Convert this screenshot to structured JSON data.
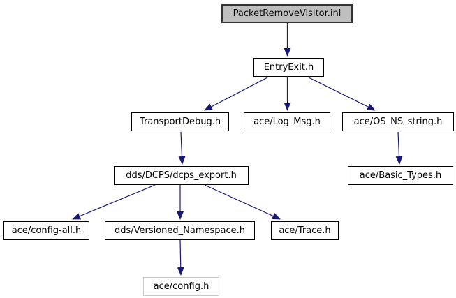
{
  "diagram": {
    "kind": "doxygen-include-dependency-graph",
    "colors": {
      "edge": "#191970",
      "root_fill": "#bfbfbf",
      "node_fill": "#ffffff",
      "node_border": "#000000",
      "undocumented_border": "#c9c9c9",
      "background": "#ffffff"
    },
    "nodes": [
      {
        "id": "packetremovevisitor-inl",
        "label": "PacketRemoveVisitor.inl",
        "role": "root"
      },
      {
        "id": "entryexit-h",
        "label": "EntryExit.h",
        "role": "header"
      },
      {
        "id": "transportdebug-h",
        "label": "TransportDebug.h",
        "role": "header"
      },
      {
        "id": "ace-log-msg-h",
        "label": "ace/Log_Msg.h",
        "role": "header"
      },
      {
        "id": "ace-os-ns-string-h",
        "label": "ace/OS_NS_string.h",
        "role": "header"
      },
      {
        "id": "dds-dcps-dcps-export-h",
        "label": "dds/DCPS/dcps_export.h",
        "role": "header"
      },
      {
        "id": "ace-basic-types-h",
        "label": "ace/Basic_Types.h",
        "role": "header"
      },
      {
        "id": "ace-config-all-h",
        "label": "ace/config-all.h",
        "role": "header"
      },
      {
        "id": "dds-versioned-namespace-h",
        "label": "dds/Versioned_Namespace.h",
        "role": "header"
      },
      {
        "id": "ace-trace-h",
        "label": "ace/Trace.h",
        "role": "header"
      },
      {
        "id": "ace-config-h",
        "label": "ace/config.h",
        "role": "header-undocumented"
      }
    ],
    "edges": [
      {
        "from": "PacketRemoveVisitor.inl",
        "to": "EntryExit.h"
      },
      {
        "from": "EntryExit.h",
        "to": "TransportDebug.h"
      },
      {
        "from": "EntryExit.h",
        "to": "ace/Log_Msg.h"
      },
      {
        "from": "EntryExit.h",
        "to": "ace/OS_NS_string.h"
      },
      {
        "from": "TransportDebug.h",
        "to": "dds/DCPS/dcps_export.h"
      },
      {
        "from": "ace/OS_NS_string.h",
        "to": "ace/Basic_Types.h"
      },
      {
        "from": "dds/DCPS/dcps_export.h",
        "to": "ace/config-all.h"
      },
      {
        "from": "dds/DCPS/dcps_export.h",
        "to": "dds/Versioned_Namespace.h"
      },
      {
        "from": "dds/DCPS/dcps_export.h",
        "to": "ace/Trace.h"
      },
      {
        "from": "dds/Versioned_Namespace.h",
        "to": "ace/config.h"
      }
    ]
  }
}
